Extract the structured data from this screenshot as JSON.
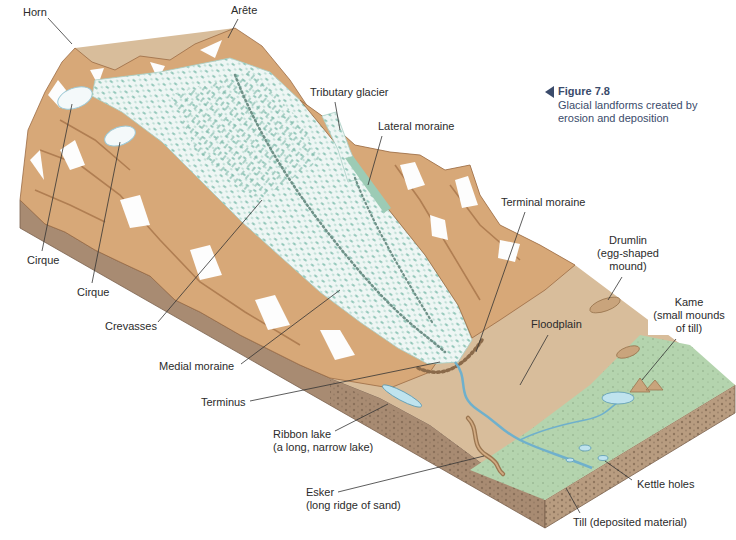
{
  "diagram": {
    "title": "Figure 7.8",
    "caption": "Glacial landforms created by erosion and deposition",
    "labels": [
      "Horn",
      "Arête",
      "Tributary glacier",
      "Lateral moraine",
      "Terminal moraine",
      "Cirque",
      "Cirque",
      "Crevasses",
      "Medial moraine",
      "Terminus",
      "Ribbon lake",
      "(a long, narrow lake)",
      "Floodplain",
      "Drumlin",
      "(egg-shaped mound)",
      "Kame",
      "(small mounds of till)",
      "Kettle holes",
      "Esker",
      "(long ridge of sand)",
      "Till (deposited material)"
    ]
  }
}
